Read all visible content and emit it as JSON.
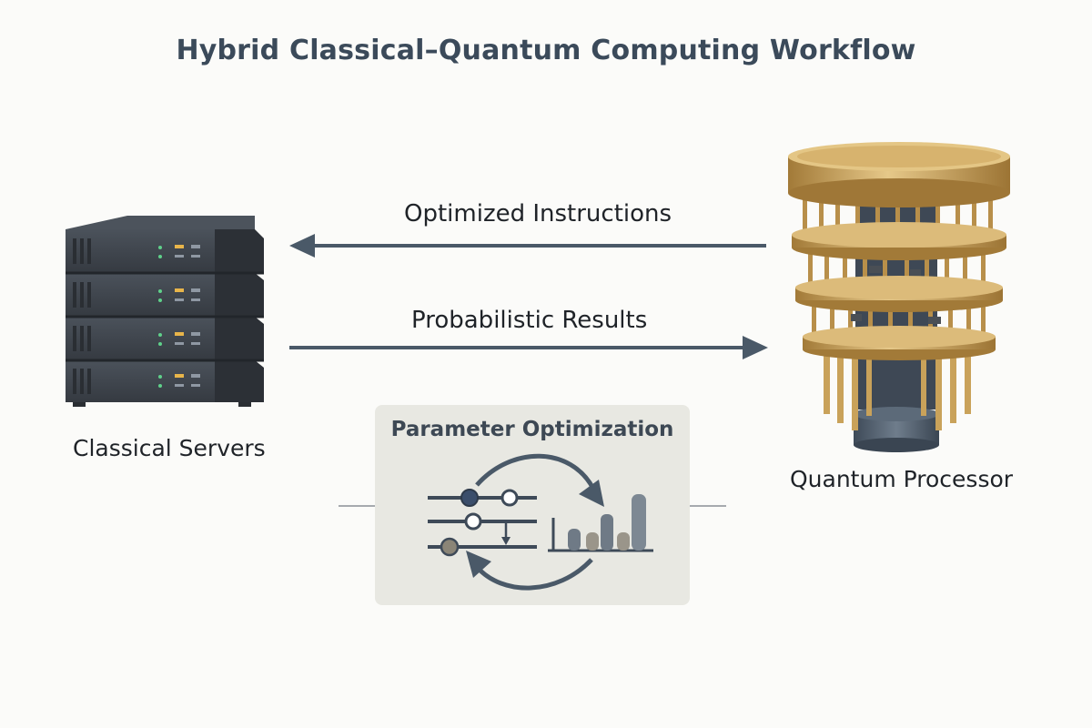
{
  "title": "Hybrid Classical–Quantum Computing Workflow",
  "nodes": {
    "classical": {
      "label": "Classical Servers",
      "icon": "server-rack-icon"
    },
    "quantum": {
      "label": "Quantum Processor",
      "icon": "quantum-chandelier-icon"
    }
  },
  "edges": {
    "to_classical": {
      "label": "Optimized Instructions",
      "direction": "quantum-to-classical"
    },
    "to_quantum": {
      "label": "Probabilistic Results",
      "direction": "classical-to-quantum"
    }
  },
  "optimization": {
    "title": "Parameter Optimization",
    "icons": [
      "sliders-icon",
      "cycle-arrows-icon",
      "bar-chart-icon"
    ]
  },
  "colors": {
    "arrow": "#4a5968",
    "server": "#3f454d",
    "gold": "#c9a25a",
    "panel": "#e8e8e2"
  }
}
